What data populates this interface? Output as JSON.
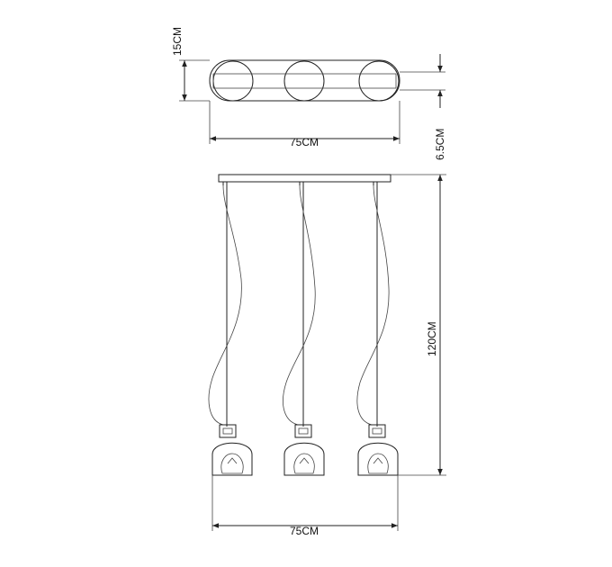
{
  "dimensions": {
    "top_height": "15CM",
    "top_width": "75CM",
    "canopy_depth": "6.5CM",
    "drop_height": "120CM",
    "bottom_width": "75CM"
  },
  "views": {
    "top_view_shades": 3,
    "pendant_count": 3
  },
  "colors": {
    "line": "#222222",
    "background": "#ffffff"
  }
}
